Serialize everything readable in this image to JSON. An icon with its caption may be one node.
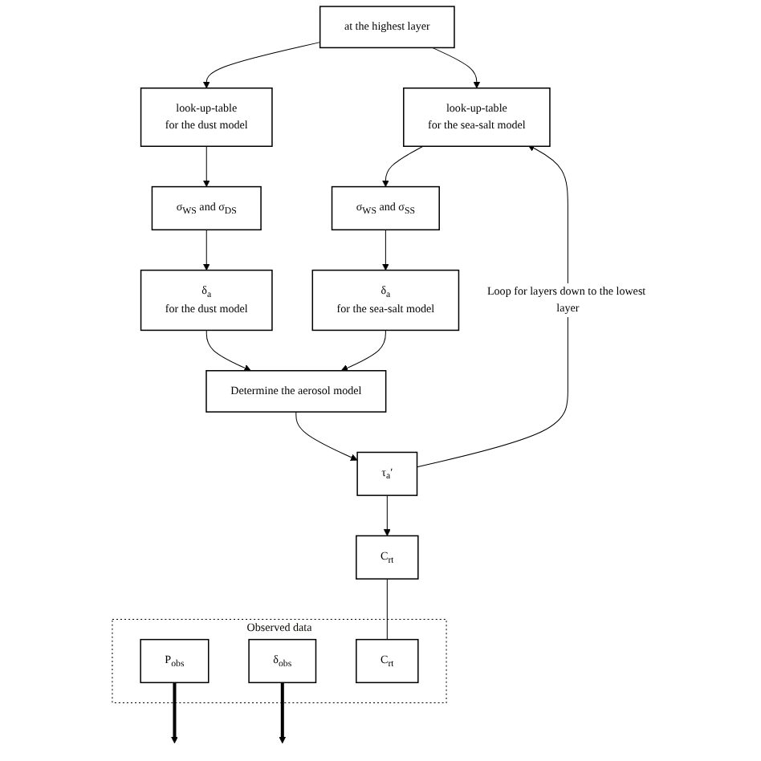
{
  "diagram": {
    "nodes": [
      {
        "text": [
          "at the highest layer"
        ]
      },
      {
        "text": [
          "Observed data"
        ]
      },
      {
        "text": [
          "P$_{obs}$"
        ],
        "in": 1
      },
      {
        "text": [
          "δ$_{obs}$"
        ],
        "in": 1
      },
      {
        "text": [
          "C$_{rt}$"
        ],
        "in": 1
      },
      {
        "text": [
          "look-up-table",
          "for the dust model"
        ]
      },
      {
        "text": [
          "look-up-table",
          "for the sea-salt model"
        ]
      },
      {
        "text": [
          "σ$_{WS}$ and σ$_{DS}$"
        ]
      },
      {
        "text": [
          "σ$_{WS}$ and σ$_{SS}$"
        ]
      },
      {
        "text": [
          "δ$_{a}$",
          "for the dust model"
        ]
      },
      {
        "text": [
          "δ$_{a}$",
          "for the sea-salt model"
        ]
      },
      {
        "text": [
          "Determine the aerosol model"
        ]
      },
      {
        "text": [
          "τ$_{a}$′"
        ]
      },
      {
        "text": [
          "C$_{rt}$"
        ]
      }
    ],
    "edges": [
      {
        "from": 0,
        "to": 5,
        "arrow": "to"
      },
      {
        "from": 0,
        "to": 6,
        "arrow": "to"
      },
      {
        "from": 5,
        "to": 7,
        "arrow": "to"
      },
      {
        "from": 6,
        "to": 8,
        "arrow": "to"
      },
      {
        "from": 2,
        "to": null,
        "arrow": "to",
        "style": "thick"
      },
      {
        "from": 3,
        "to": null,
        "arrow": "to",
        "style": "thick"
      },
      {
        "from": 7,
        "to": 9,
        "arrow": "to"
      },
      {
        "from": 8,
        "to": 10,
        "arrow": "to"
      },
      {
        "from": 9,
        "to": 11,
        "arrow": "to"
      },
      {
        "from": 10,
        "to": 11,
        "arrow": "to"
      },
      {
        "from": 11,
        "to": 12,
        "arrow": "to"
      },
      {
        "from": 12,
        "to": 6,
        "arrow": "to",
        "label": "Loop for layers down to the lowest layer"
      },
      {
        "from": 12,
        "to": 13,
        "arrow": "to"
      },
      {
        "from": 13,
        "to": 4,
        "arrow": "none"
      }
    ]
  }
}
